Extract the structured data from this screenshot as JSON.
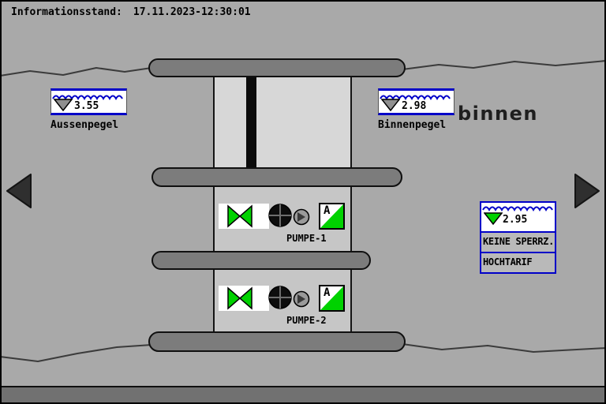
{
  "header": {
    "label": "Informationsstand:",
    "timestamp": "17.11.2023-12:30:01"
  },
  "gauges": {
    "aussenpegel": {
      "value": "3.55",
      "label": "Aussenpegel"
    },
    "binnenpegel": {
      "value": "2.98",
      "label": "Binnenpegel"
    },
    "binnen_level": {
      "value": "2.95"
    }
  },
  "logo": {
    "text": "binnen"
  },
  "pumps": [
    {
      "label": "PUMPE-1",
      "mode": "A"
    },
    {
      "label": "PUMPE-2",
      "mode": "A"
    }
  ],
  "status": {
    "rows": [
      "KEINE SPERRZ.",
      "HOCHTARIF"
    ]
  },
  "colors": {
    "blue": "#0000c8",
    "green": "#00d200",
    "gauge_marker_gray": "#8f8f8f",
    "background_gray": "#a9a9a9"
  }
}
